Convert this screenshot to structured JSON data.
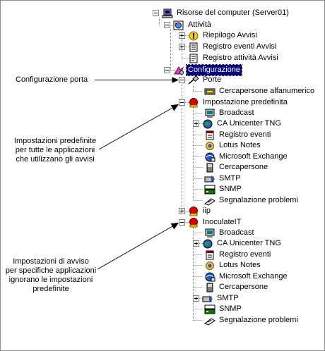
{
  "tree": {
    "root": "Risorse del computer (Server01)",
    "attivita": "Attività",
    "riepilogo_avvisi": "Riepilogo Avvisi",
    "registro_eventi_avvisi": "Registro eventi Avvisi",
    "registro_attivita_avvisi": "Registro attività Avvisi",
    "configurazione": "Configurazione",
    "porte": "Porte",
    "cercapersone_alfanumerico": "Cercapersone alfanumerico",
    "impostazione_predefinita": "Impostazione predefinita",
    "default_children": [
      "Broadcast",
      "CA Unicenter TNG",
      "Registro eventi",
      "Lotus Notes",
      "Microsoft Exchange",
      "Cercapersone",
      "SMTP",
      "SNMP",
      "Segnalazione problemi"
    ],
    "iip": "iip",
    "inoculatelt": "InoculateIT",
    "inoculate_children": [
      "Broadcast",
      "CA Unicenter TNG",
      "Registro eventi",
      "Lotus Notes",
      "Microsoft Exchange",
      "Cercapersone",
      "SMTP",
      "SNMP",
      "Segnalazione problemi"
    ]
  },
  "callouts": {
    "configurazione_porta": "Configurazione porta",
    "predefinite": [
      "Impostazioni predefinite",
      "per tutte le applicazioni",
      "che utilizzano gli avvisi"
    ],
    "specifiche": [
      "Impostazioni di avviso",
      "per specifiche applicazioni",
      "ignorano le impostazioni",
      "predefinite"
    ]
  },
  "colors": {
    "selection": "#000080",
    "bell_red": "#e00000",
    "bell_yellow": "#f5d000",
    "globe_blue": "#1e5fc8"
  }
}
